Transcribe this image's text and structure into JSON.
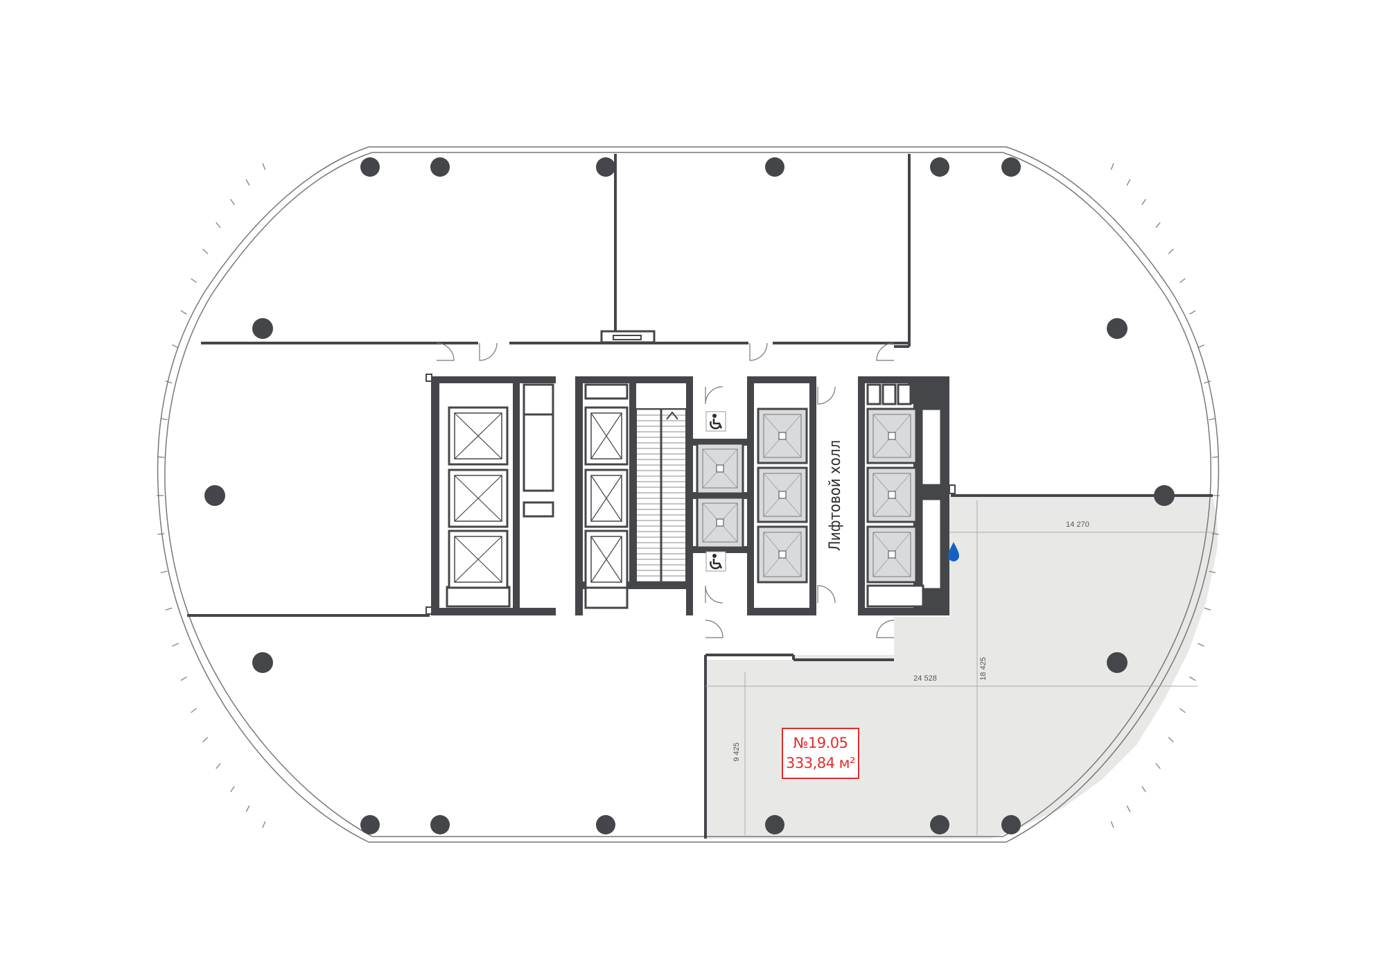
{
  "floor_plan": {
    "lift_hall_label": "Лифтовой холл",
    "unit": {
      "number": "№19.05",
      "area": "333,84 м²",
      "highlight_color": "#e8e9e7",
      "label_color": "#e32b2b"
    },
    "dimensions": [
      "14 270",
      "18 425",
      "24 528",
      "9 425"
    ],
    "colors": {
      "wall": "#444649",
      "elevator_fill": "#d9dadc",
      "water": "#1560c4"
    },
    "icons": [
      "wheelchair-icon",
      "water-drop-icon",
      "elevator-icon"
    ]
  }
}
